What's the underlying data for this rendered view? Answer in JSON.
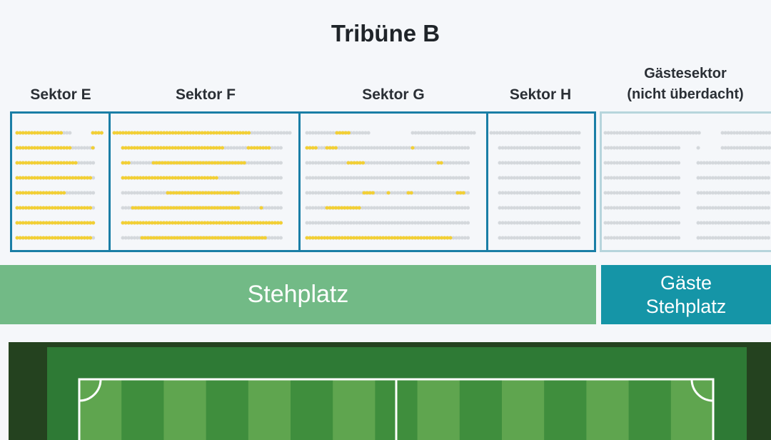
{
  "stand": {
    "title": "Tribüne B"
  },
  "sectors": [
    {
      "id": "E",
      "label": "Sektor E"
    },
    {
      "id": "F",
      "label": "Sektor F"
    },
    {
      "id": "G",
      "label": "Sektor G"
    },
    {
      "id": "H",
      "label": "Sektor H"
    },
    {
      "id": "guest",
      "label_line1": "Gästesektor",
      "label_line2": "(nicht überdacht)"
    }
  ],
  "standing": {
    "home_label": "Stehplatz",
    "guest_label_line1": "Gäste",
    "guest_label_line2": "Stehplatz"
  },
  "colors": {
    "available_seat": "#f2cf35",
    "unavailable_seat": "#d4d8dc",
    "sector_border": "#1a7ea6",
    "guest_border": "#b7d5dc",
    "home_standing": "#72ba86",
    "guest_standing": "#1595a7",
    "pitch_dark": "#3f8e3d",
    "pitch_light": "#5fa54f"
  }
}
